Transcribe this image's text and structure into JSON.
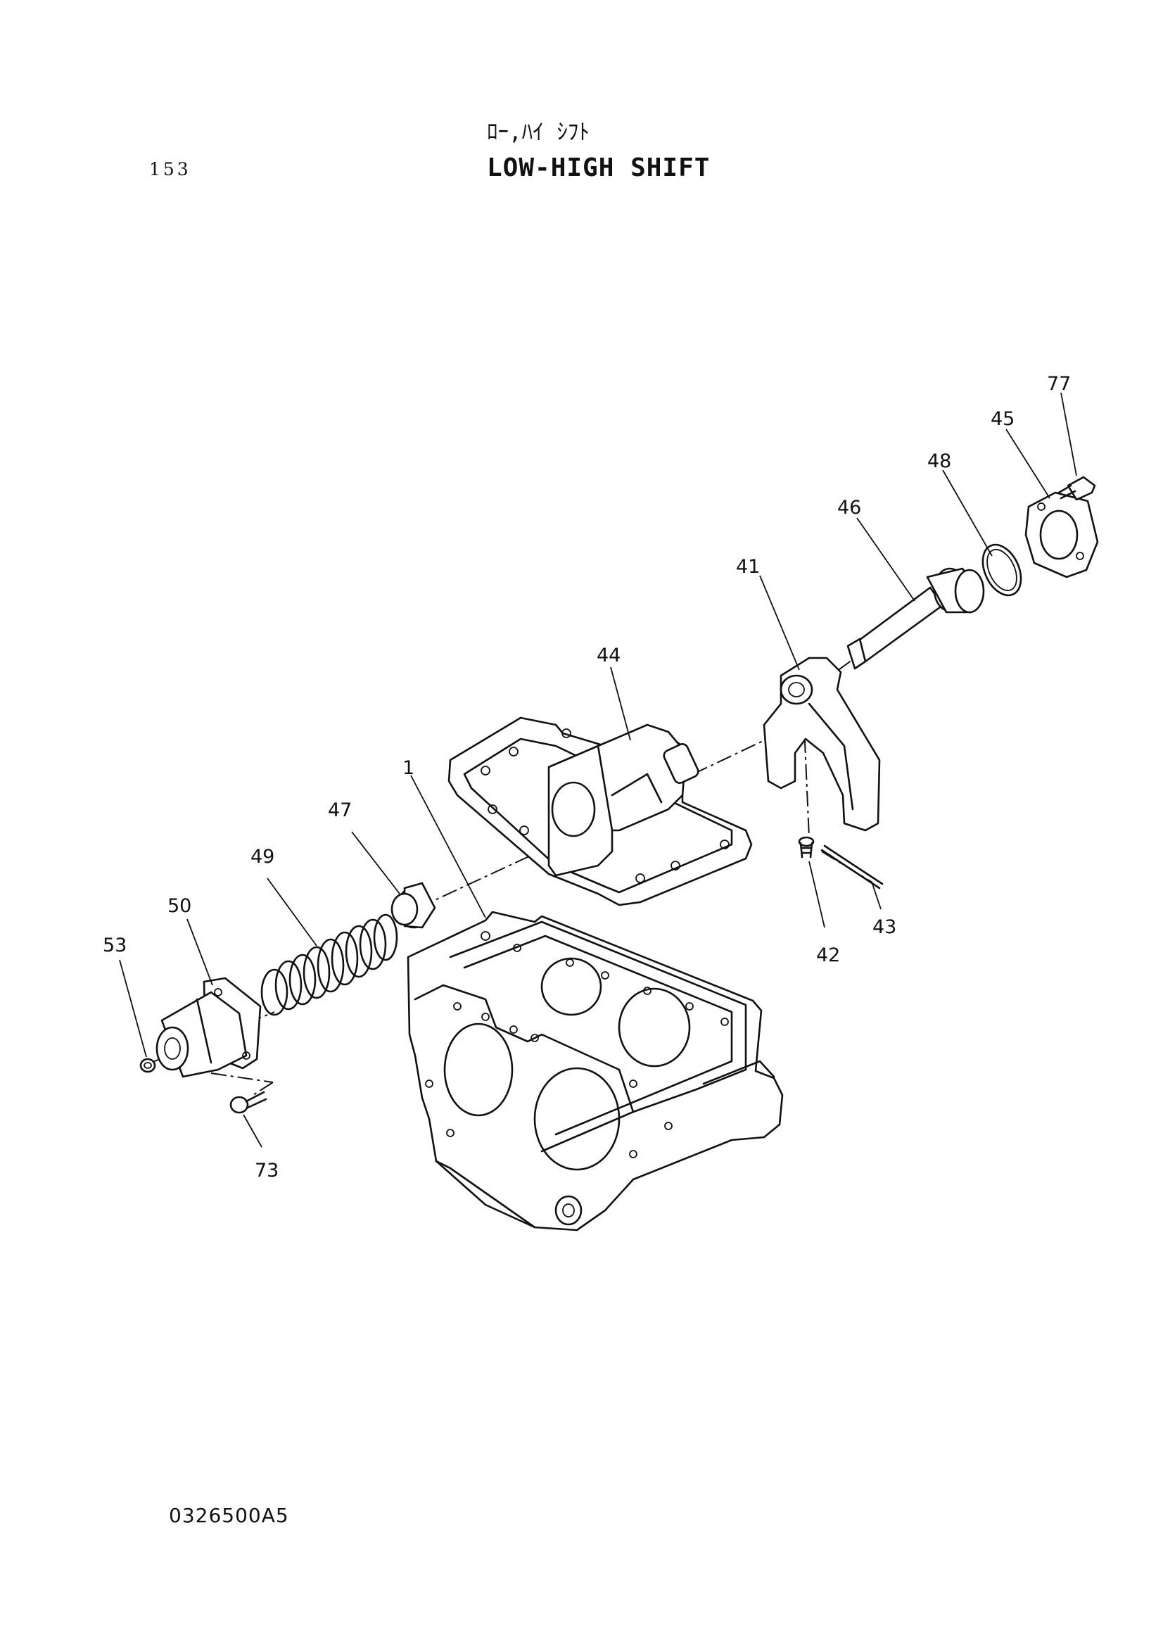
{
  "header": {
    "page_number": "153",
    "title_jp": "ﾛｰ,ﾊｲ ｼﾌﾄ",
    "title_en": "LOW-HIGH SHIFT"
  },
  "footer": {
    "drawing_number": "0326500A5"
  },
  "callouts": {
    "c77": "77",
    "c45": "45",
    "c48": "48",
    "c46": "46",
    "c41": "41",
    "c44": "44",
    "c1": "1",
    "c47": "47",
    "c49": "49",
    "c50": "50",
    "c53": "53",
    "c42": "42",
    "c43": "43",
    "c73": "73"
  }
}
